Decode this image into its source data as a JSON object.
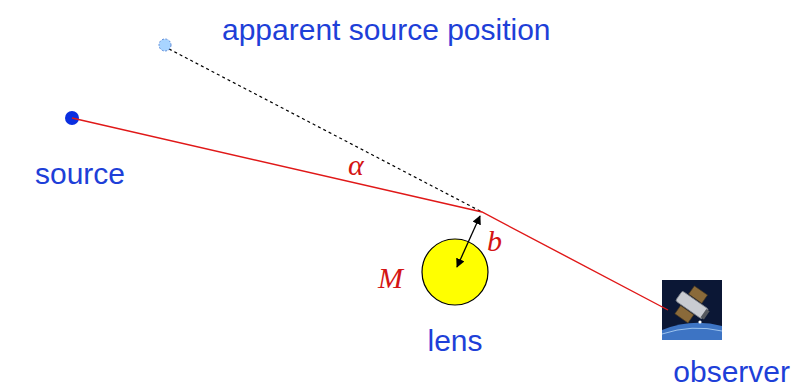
{
  "diagram": {
    "nodes": [
      {
        "text": [
          "apparent source position"
        ]
      },
      {
        "text": [
          "source"
        ]
      },
      {
        "text": [
          "M",
          "lens"
        ]
      },
      {
        "text": [
          "observer"
        ]
      }
    ],
    "edges": [
      {
        "from": 1,
        "to": 3,
        "arrow": "none"
      }
    ],
    "labels": [
      "α",
      "b"
    ]
  }
}
